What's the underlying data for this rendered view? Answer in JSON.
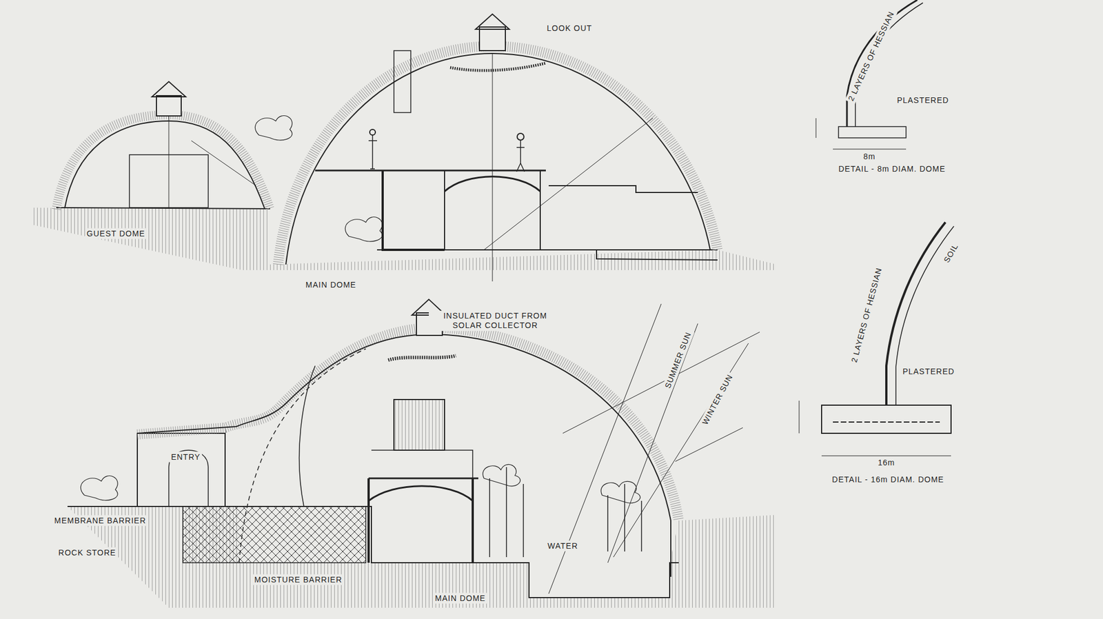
{
  "diagram": {
    "labels": [
      "LOOK OUT",
      "GUEST DOME",
      "MAIN DOME",
      "INSULATED DUCT FROM SOLAR COLLECTOR",
      "SUMMER SUN",
      "WINTER SUN",
      "ENTRY",
      "MEMBRANE BARRIER",
      "ROCK STORE",
      "MOISTURE BARRIER",
      "WATER",
      "MAIN DOME",
      "DETAIL - 8m DIAM. DOME",
      "DETAIL - 16m DIAM. DOME",
      "PLASTERED",
      "PLASTERED",
      "2 LAYERS OF HESSIAN",
      "2 LAYERS OF HESSIAN",
      "SOIL",
      "8m",
      "16m"
    ]
  }
}
